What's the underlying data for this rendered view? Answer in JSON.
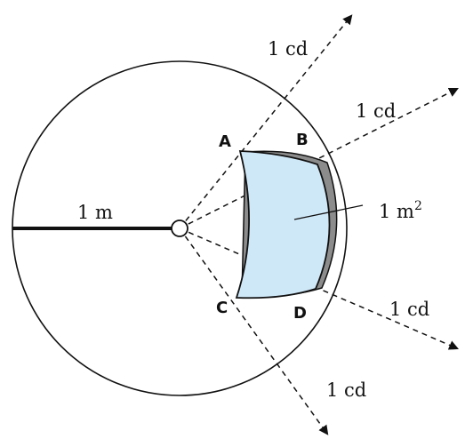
{
  "diagram": {
    "labels": {
      "radius": "1 m",
      "area": "1 m",
      "area_exponent": "2",
      "intensity_top": "1 cd",
      "intensity_upper_right": "1 cd",
      "intensity_lower_right": "1 cd",
      "intensity_bottom": "1 cd"
    },
    "points": {
      "a": "A",
      "b": "B",
      "c": "C",
      "d": "D"
    },
    "colors": {
      "surface_fill": "#cfe8f8",
      "surface_edge": "#8c8c8c",
      "outline": "#111111",
      "background": "#ffffff"
    }
  }
}
